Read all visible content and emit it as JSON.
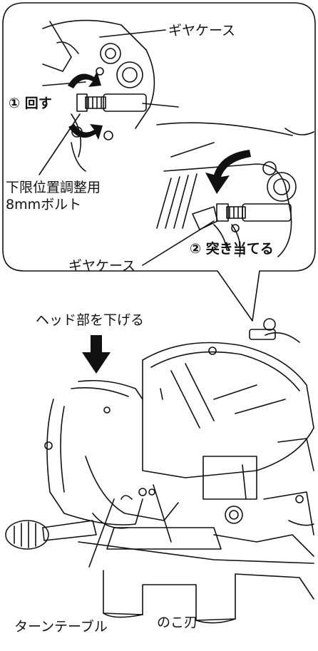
{
  "labels": {
    "gear_case_top": "ギヤケース",
    "rotate_step": "① 回す",
    "bolt_line1": "下限位置調整用",
    "bolt_line2": "8mmボルト",
    "gear_case_bottom": "ギヤケース",
    "hit_step": "② 突き当てる",
    "lower_head": "ヘッド部を下げる",
    "turntable": "ターンテーブル",
    "saw_blade": "のこ刃"
  },
  "icons": {
    "rotate_arrows": "curved-rotate-arrows-icon",
    "push_arrow": "curved-push-arrow-icon",
    "down_arrow": "down-arrow-icon"
  },
  "colors": {
    "line": "#111111",
    "fill": "#ffffff",
    "arrow": "#111111"
  }
}
